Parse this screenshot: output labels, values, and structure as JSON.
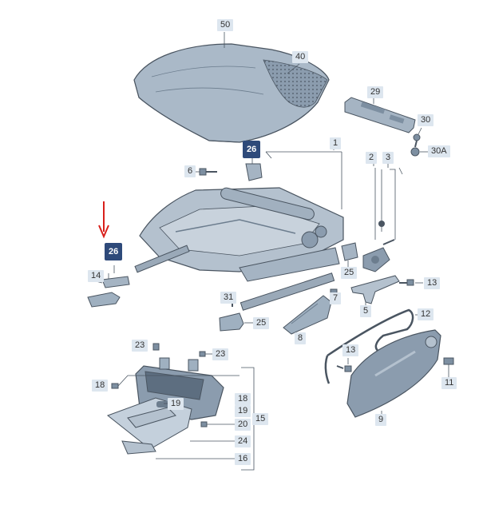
{
  "labels": {
    "p50": "50",
    "p40": "40",
    "p29": "29",
    "p30": "30",
    "p30a": "30A",
    "p1": "1",
    "p2": "2",
    "p3": "3",
    "p6": "6",
    "p26a": "26",
    "p26b": "26",
    "p14": "14",
    "p25a": "25",
    "p25b": "25",
    "p13a": "13",
    "p13b": "13",
    "p31": "31",
    "p5": "5",
    "p8": "8",
    "p12": "12",
    "p7": "7",
    "p11": "11",
    "p9": "9",
    "p23a": "23",
    "p23b": "23",
    "p18a": "18",
    "p19a": "19",
    "p18b": "18",
    "p19b": "19",
    "p20": "20",
    "p15": "15",
    "p24": "24",
    "p16": "16"
  },
  "colors": {
    "part_fill": "#9fb0c0",
    "part_dark": "#7d8fa1",
    "part_light": "#c4d0dc",
    "line": "#4a5561",
    "label_bg": "#dde6ef",
    "highlight_bg": "#2e4a7a",
    "arrow": "#d9201b"
  }
}
